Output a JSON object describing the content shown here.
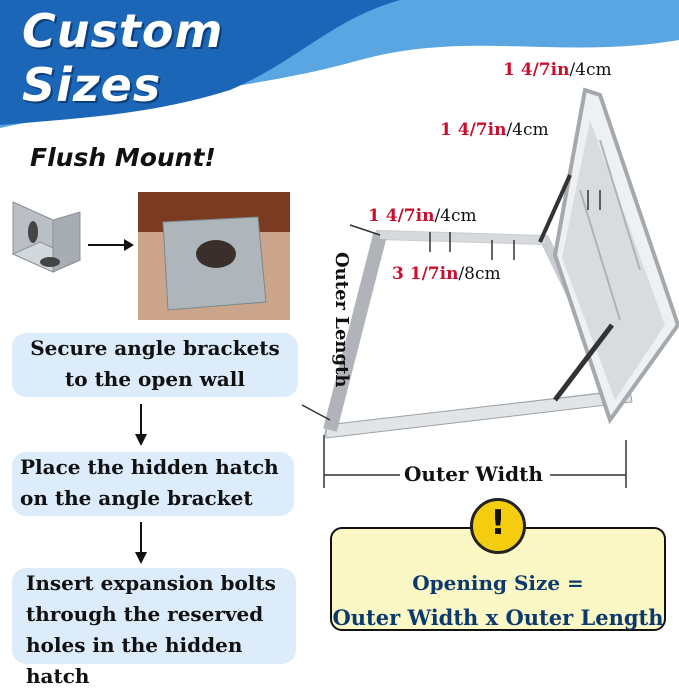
{
  "banner": {
    "title_line1": "Custom",
    "title_line2": "Sizes",
    "color_light": "#5aa6e2",
    "color_dark": "#1c66b8"
  },
  "subtitle": "Flush Mount!",
  "steps": {
    "step1": [
      "Secure angle brackets",
      "to the open wall"
    ],
    "step2": [
      "Place the hidden hatch",
      "on the angle bracket"
    ],
    "step3": [
      "Insert expansion bolts",
      "through the reserved",
      "holes in the hidden hatch"
    ]
  },
  "measurements": [
    {
      "value": "1 4/7in",
      "unit": "/4cm"
    },
    {
      "value": "1 4/7in",
      "unit": "/4cm"
    },
    {
      "value": "1 4/7in",
      "unit": "/4cm"
    },
    {
      "value": "3 1/7in",
      "unit": "/8cm"
    }
  ],
  "dimension_labels": {
    "width": "Outer Width",
    "length": "Outer Length"
  },
  "note": {
    "icon": "!",
    "line1": "Opening Size =",
    "line2": "Outer Width x Outer Length"
  },
  "colors": {
    "accent_red": "#c8102e",
    "note_bg": "#fbf8c6",
    "step_bg": "#dcecfa",
    "warning_yellow": "#f4cc10"
  }
}
